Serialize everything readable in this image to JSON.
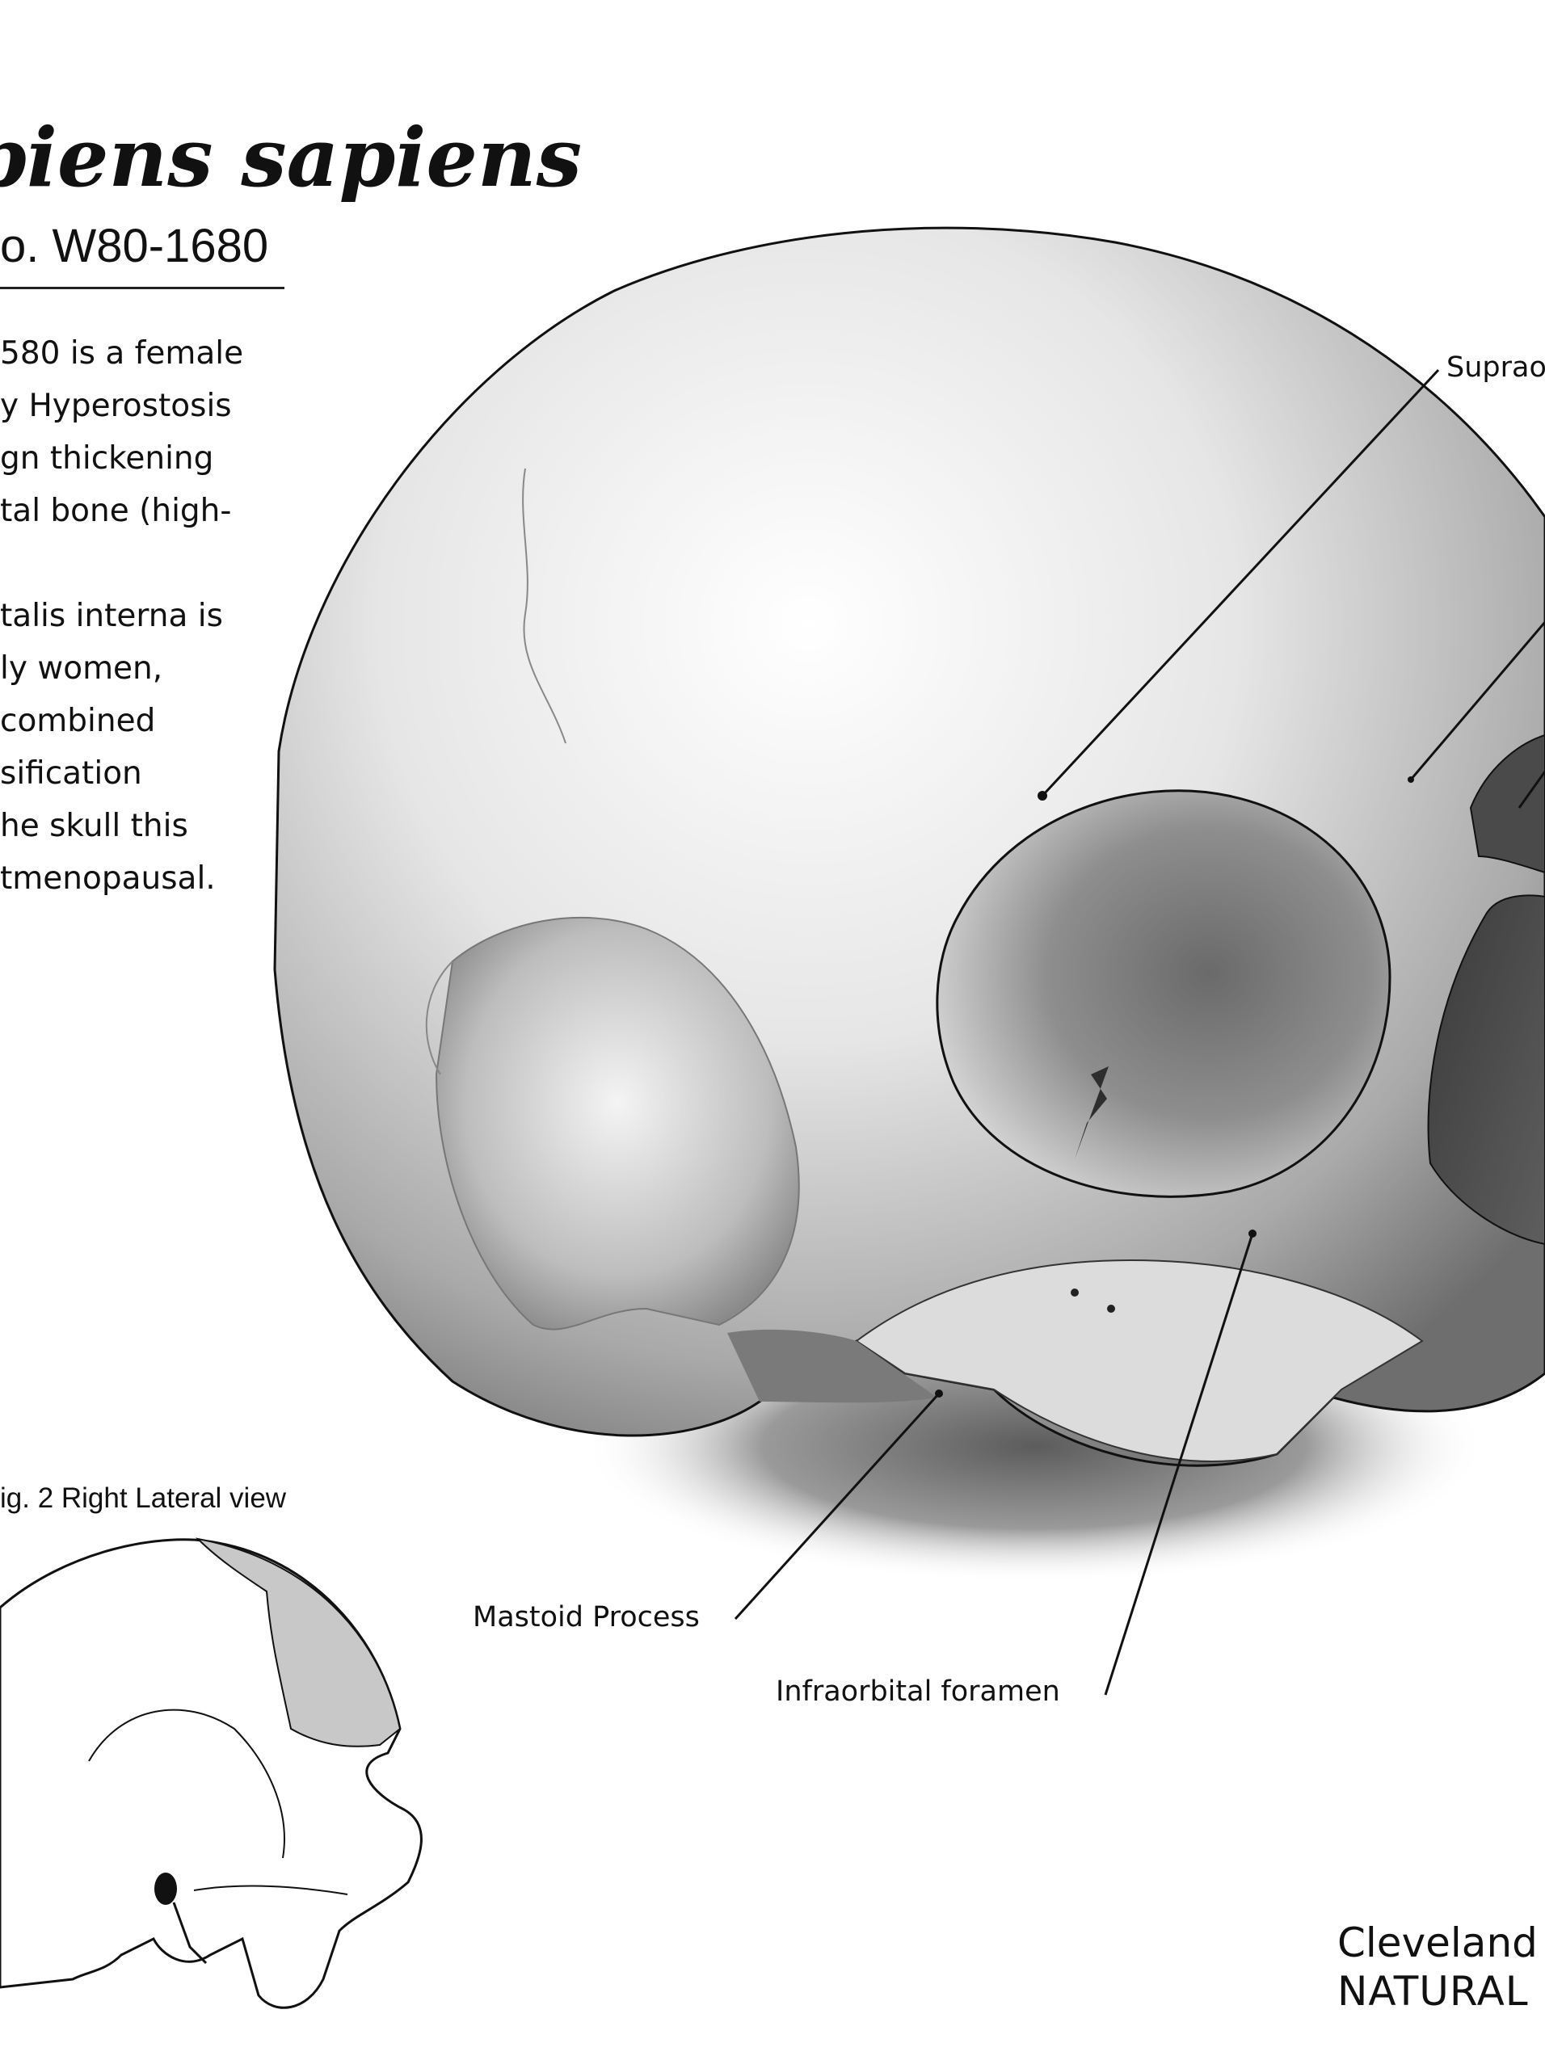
{
  "title": "piens sapiens",
  "specimen": "o. W80-1680",
  "description_lines": [
    "580 is a female",
    "y Hyperostosis",
    "gn thickening",
    "tal bone (high-",
    "",
    "talis interna is",
    "ly women,",
    "combined",
    "sification",
    "he skull this",
    "tmenopausal."
  ],
  "figure_caption": "ig. 2 Right Lateral view",
  "labels": {
    "mastoid": "Mastoid Process",
    "infraorbital": "Infraorbital foramen",
    "supraorbital": "Suprao"
  },
  "brand": {
    "line1": "Cleveland M",
    "line2": "NATURAL"
  },
  "colors": {
    "ink": "#111111",
    "bone_light": "#f2f2f2",
    "bone_shadow": "#5a5a5a",
    "highlight_region": "#c8c8c8"
  }
}
